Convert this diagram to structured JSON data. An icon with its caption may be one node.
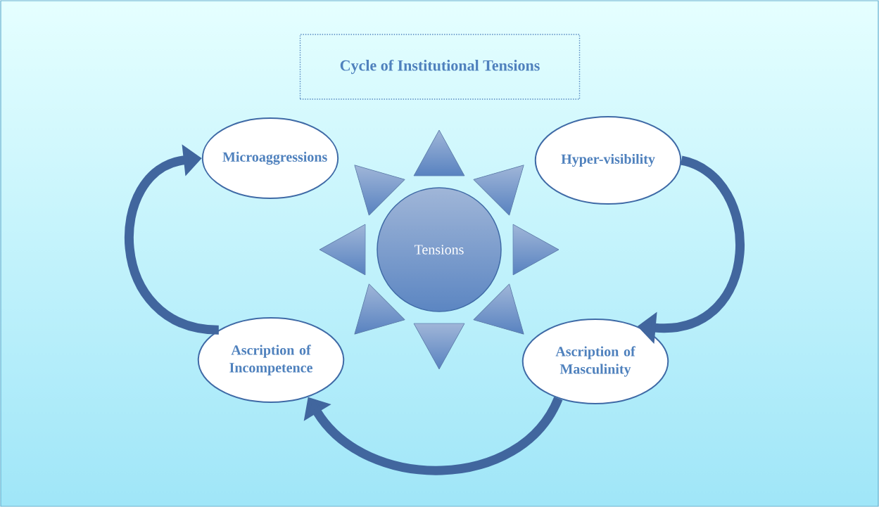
{
  "diagram": {
    "nodes": [
      {
        "text": [
          "Cycle of Institutional Tensions"
        ]
      },
      {
        "text": [
          "Microaggressions"
        ]
      },
      {
        "text": [
          "Hyper-visibility"
        ]
      },
      {
        "text": [
          "Tensions"
        ]
      },
      {
        "text": [
          "Ascription of Masculinity"
        ]
      },
      {
        "text": [
          "Ascription of Incompetence"
        ]
      }
    ],
    "edges": [
      {
        "from": 2,
        "to": 4,
        "arrow": "to"
      },
      {
        "from": 4,
        "to": 5,
        "arrow": "to"
      },
      {
        "from": 5,
        "to": 1,
        "arrow": "to"
      }
    ]
  }
}
